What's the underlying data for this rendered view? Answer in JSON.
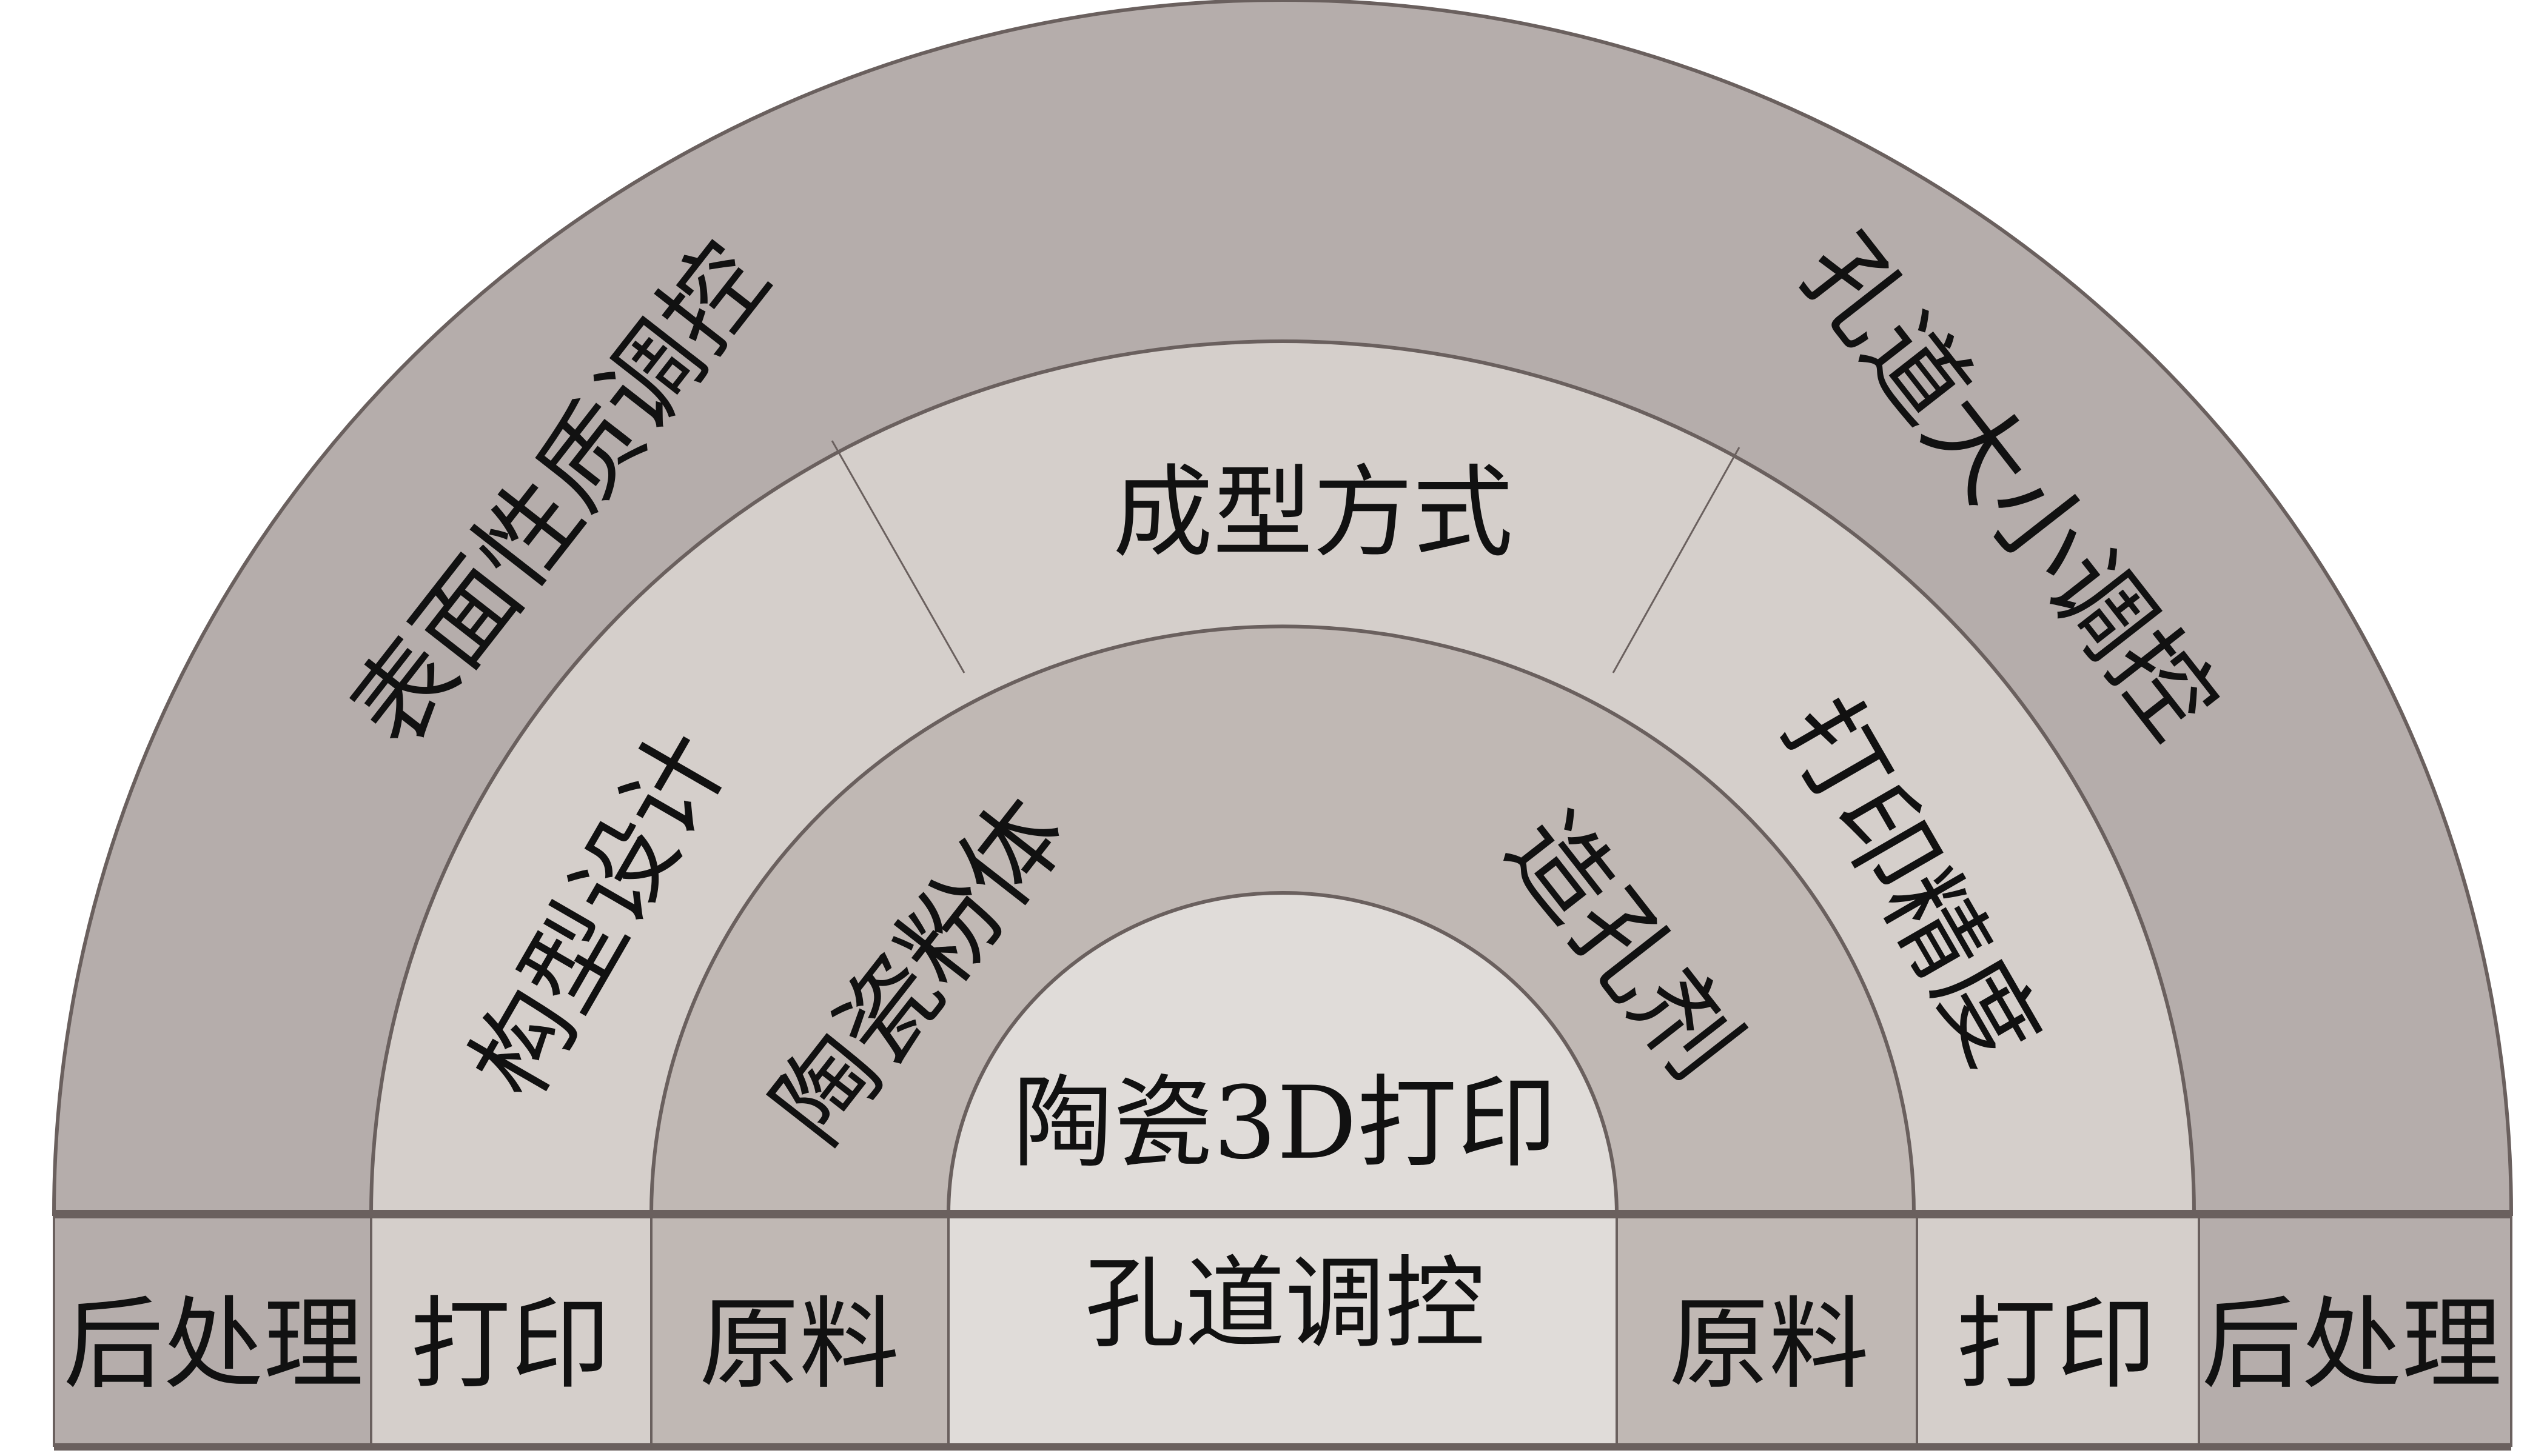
{
  "colors": {
    "outer_ring": "#b5adab",
    "second_ring": "#d5cfcb",
    "third_ring": "#c0b8b4",
    "core": "#e0dcd9",
    "outline": "#6a605e"
  },
  "core": {
    "label": "陶瓷3D打印"
  },
  "rings": {
    "outer": {
      "left": "表面性质调控",
      "right": "孔道大小调控"
    },
    "second": {
      "left": "构型设计",
      "top": "成型方式",
      "right": "打印精度"
    },
    "third": {
      "left": "陶瓷粉体",
      "right": "造孔剂"
    }
  },
  "base_bar": [
    "后处理",
    "打印",
    "原料",
    "孔道调控",
    "原料",
    "打印",
    "后处理"
  ]
}
